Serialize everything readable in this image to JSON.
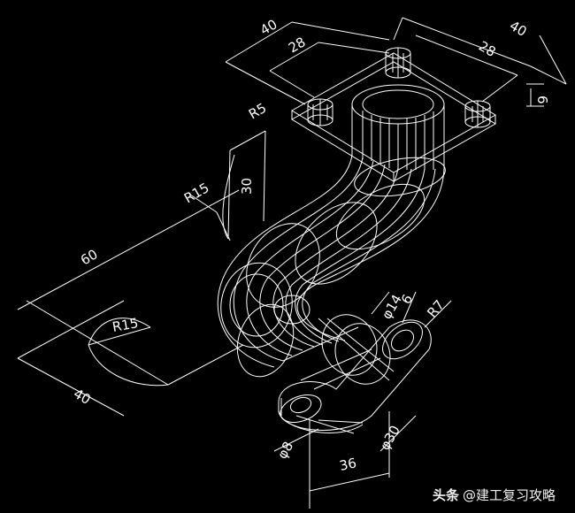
{
  "drawing": {
    "dimensions": {
      "top_left_40": "40",
      "top_left_28": "28",
      "top_right_28": "28",
      "top_right_40": "40",
      "height_6_right": "6",
      "r5": "R5",
      "r15_upper": "R15",
      "dim_30": "30",
      "dim_60": "60",
      "r15_lower": "R15",
      "dim_40_bottom": "40",
      "phi14": "φ14",
      "dim_6_lower": "6",
      "r7": "R7",
      "phi8": "φ8",
      "phi30": "φ30",
      "dim_36": "36"
    }
  },
  "watermark": {
    "brand": "头条",
    "account": "@建工复习攻略"
  },
  "colors": {
    "background": "#000000",
    "lines": "#ffffff"
  }
}
